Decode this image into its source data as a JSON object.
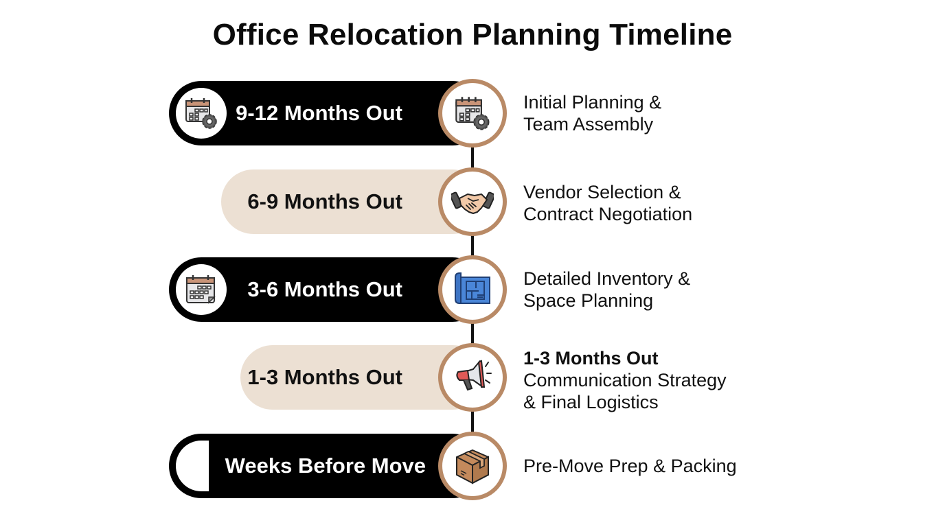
{
  "title": "Office Relocation Planning Timeline",
  "colors": {
    "dark_pill": "#000000",
    "light_pill": "#ece0d3",
    "node_ring": "#b98a66",
    "connector": "#111111",
    "text": "#111111"
  },
  "stages": [
    {
      "label": "9-12 Months Out",
      "style": "dark",
      "left_icon": "calendar-gear-icon",
      "node_icon": "calendar-gear-icon",
      "description_heading": "",
      "description_lines": [
        "Initial Planning &",
        "Team Assembly"
      ]
    },
    {
      "label": "6-9 Months Out",
      "style": "light",
      "left_icon": "",
      "node_icon": "handshake-icon",
      "description_heading": "",
      "description_lines": [
        "Vendor Selection &",
        "Contract Negotiation"
      ]
    },
    {
      "label": "3-6 Months Out",
      "style": "dark",
      "left_icon": "calendar-icon",
      "node_icon": "blueprint-icon",
      "description_heading": "",
      "description_lines": [
        "Detailed Inventory &",
        "Space Planning"
      ]
    },
    {
      "label": "1-3 Months Out",
      "style": "light",
      "left_icon": "",
      "node_icon": "megaphone-icon",
      "description_heading": "1-3 Months Out",
      "description_lines": [
        "Communication Strategy",
        "& Final Logistics"
      ]
    },
    {
      "label": "Weeks Before Move",
      "style": "dark",
      "left_icon": "",
      "node_icon": "box-icon",
      "description_heading": "",
      "description_lines": [
        "Pre-Move Prep & Packing"
      ]
    }
  ]
}
